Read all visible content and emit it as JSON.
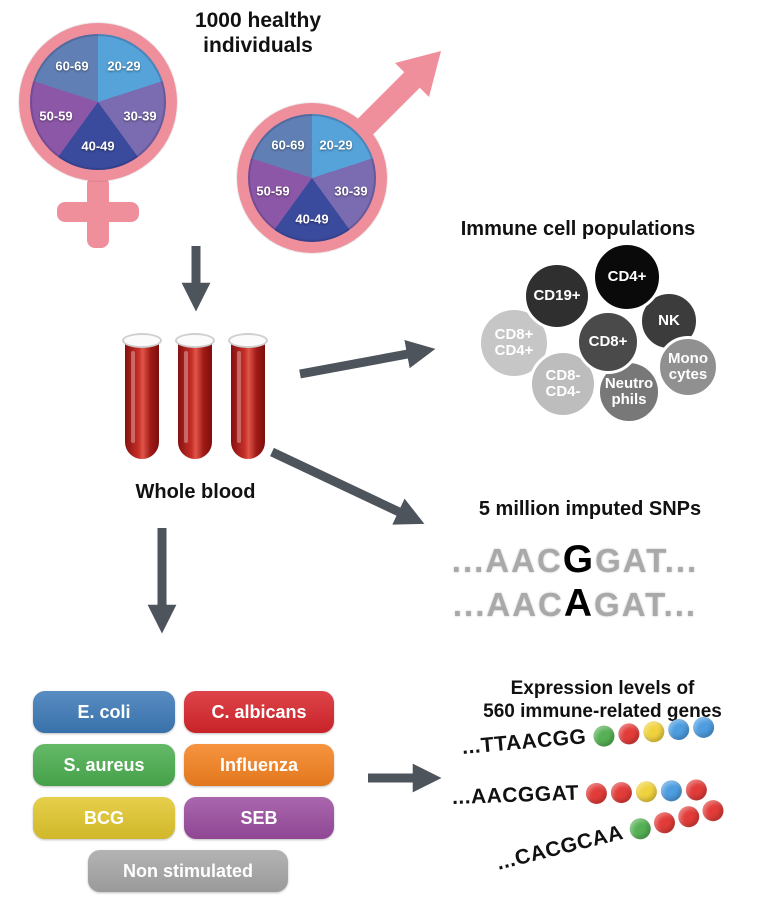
{
  "header": {
    "title_line1": "1000 healthy",
    "title_line2": "individuals"
  },
  "demographics": {
    "age_groups": [
      "20-29",
      "30-39",
      "40-49",
      "50-59",
      "60-69"
    ],
    "slice_colors": [
      "#56a3d9",
      "#7b6bb0",
      "#3a4a9d",
      "#8d57a8",
      "#6080b5"
    ],
    "symbol_color": "#ef8f9b"
  },
  "blood": {
    "label": "Whole blood"
  },
  "immune_cells": {
    "title": "Immune cell populations",
    "cells": [
      {
        "label": "CD8+\nCD4+",
        "color": "#c6c6c6"
      },
      {
        "label": "CD8-\nCD4-",
        "color": "#bdbdbd"
      },
      {
        "label": "CD19+",
        "color": "#2f2f2f"
      },
      {
        "label": "NK",
        "color": "#3c3c3c"
      },
      {
        "label": "Mono\ncytes",
        "color": "#909090"
      },
      {
        "label": "Neutro\nphils",
        "color": "#787878"
      },
      {
        "label": "CD8+",
        "color": "#4a4a4a"
      },
      {
        "label": "CD4+",
        "color": "#0a0a0a"
      }
    ]
  },
  "snps": {
    "title": "5 million imputed SNPs",
    "sequences": [
      {
        "prefix": "...AAC",
        "variant": "G",
        "suffix": "GAT..."
      },
      {
        "prefix": "...AAC",
        "variant": "A",
        "suffix": "GAT..."
      }
    ]
  },
  "stimuli": {
    "items": [
      {
        "label": "E. coli",
        "color": "#3d7ab8"
      },
      {
        "label": "C. albicans",
        "color": "#d8262c"
      },
      {
        "label": "S. aureus",
        "color": "#4bae4f"
      },
      {
        "label": "Influenza",
        "color": "#f58220"
      },
      {
        "label": "BCG",
        "color": "#e2c72e"
      },
      {
        "label": "SEB",
        "color": "#9b4da0"
      },
      {
        "label": "Non stimulated",
        "color": "#a7a7a7"
      }
    ]
  },
  "expression": {
    "title_line1": "Expression levels of",
    "title_line2": "560 immune-related genes",
    "bead_colors": {
      "green": "#55b054",
      "red": "#e23c39",
      "yellow": "#f0d23f",
      "blue": "#4d9de0"
    },
    "rows": [
      {
        "sequence": "...TTAACGG",
        "beads": [
          "green",
          "red",
          "yellow",
          "blue",
          "blue"
        ]
      },
      {
        "sequence": "...AACGGAT",
        "beads": [
          "red",
          "red",
          "yellow",
          "blue",
          "red"
        ]
      },
      {
        "sequence": "...CACGCAA",
        "beads": [
          "green",
          "red",
          "red",
          "red"
        ]
      }
    ]
  }
}
